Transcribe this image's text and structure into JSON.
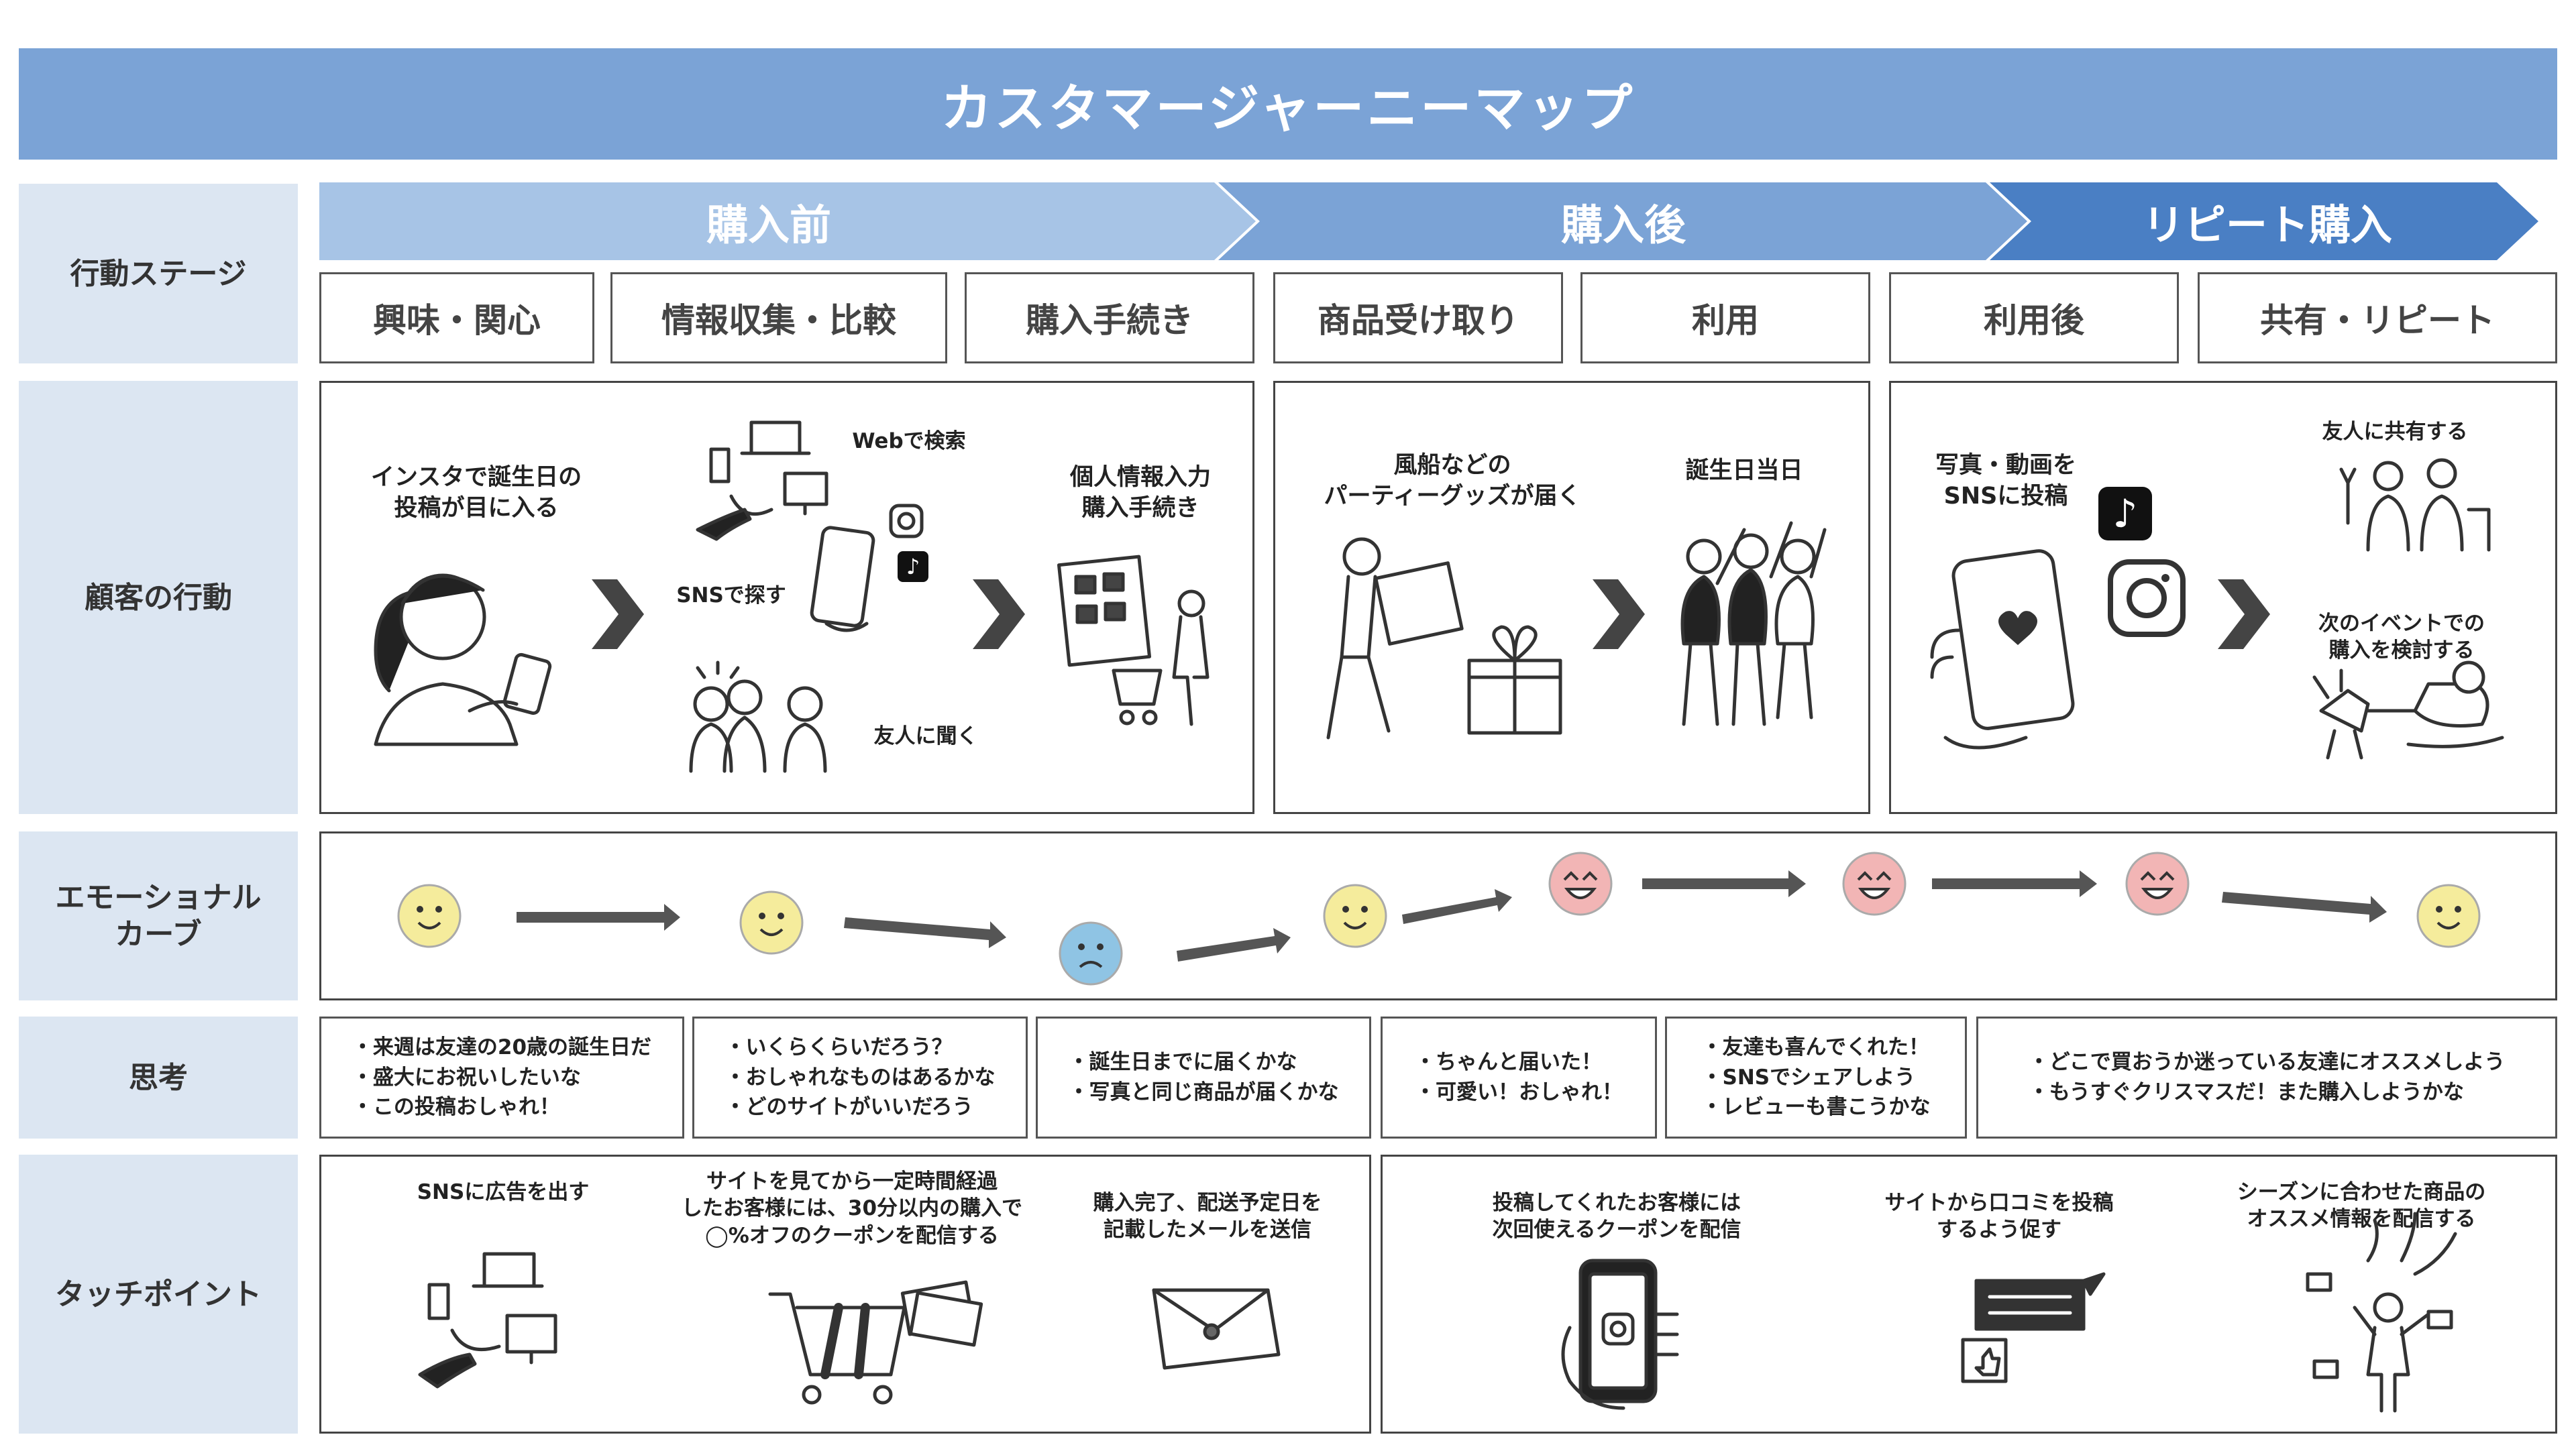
{
  "title": "カスタマージャーニーマップ",
  "rows": {
    "stage": "行動ステージ",
    "behavior": "顧客の行動",
    "emotion": "エモーショナル\nカーブ",
    "thinking": "思考",
    "touchpoint": "タッチポイント"
  },
  "stages": [
    "購入前",
    "購入後",
    "リピート購入"
  ],
  "substages": [
    "興味・関心",
    "情報収集・比較",
    "購入手続き",
    "商品受け取り",
    "利用",
    "利用後",
    "共有・リピート"
  ],
  "behavior": {
    "b1": "インスタで誕生日の\n投稿が目に入る",
    "b2_web": "Webで検索",
    "b2_sns": "SNSで探す",
    "b2_friend": "友人に聞く",
    "b3": "個人情報入力\n購入手続き",
    "b4": "風船などの\nパーティーグッズが届く",
    "b5": "誕生日当日",
    "b6": "写真・動画を\nSNSに投稿",
    "b7_share": "友人に共有する",
    "b7_next": "次のイベントでの\n購入を検討する"
  },
  "emotions": [
    "neutral",
    "neutral",
    "sad",
    "neutral",
    "happy",
    "happy",
    "happy",
    "neutral"
  ],
  "thoughts": [
    [
      "来週は友達の20歳の誕生日だ",
      "盛大にお祝いしたいな",
      "この投稿おしゃれ！"
    ],
    [
      "いくらくらいだろう？",
      "おしゃれなものはあるかな",
      "どのサイトがいいだろう"
    ],
    [
      "誕生日までに届くかな",
      "写真と同じ商品が届くかな"
    ],
    [
      "ちゃんと届いた！",
      "可愛い！おしゃれ！"
    ],
    [
      "友達も喜んでくれた！",
      "SNSでシェアしよう",
      "レビューも書こうかな"
    ],
    [
      "どこで買おうか迷っている友達にオススメしよう",
      "もうすぐクリスマスだ！また購入しようかな"
    ]
  ],
  "touchpoints": {
    "t1": "SNSに広告を出す",
    "t2": "サイトを見てから一定時間経過\nしたお客様には、30分以内の購入で\n◯%オフのクーポンを配信する",
    "t3": "購入完了、配送予定日を\n記載したメールを送信",
    "t4": "投稿してくれたお客様には\n次回使えるクーポンを配信",
    "t5": "サイトから口コミを投稿\nするよう促す",
    "t6": "シーズンに合わせた商品の\nオススメ情報を配信する"
  },
  "colors": {
    "title_bg": "#7ba3d6",
    "label_bg": "#dce6f2",
    "stage1": "#a7c4e6",
    "stage2": "#7ba3d6",
    "stage3": "#4a7fc4",
    "face_neutral": "#f5ec9c",
    "face_sad": "#8fc4e4",
    "face_happy": "#f2b5b5"
  }
}
